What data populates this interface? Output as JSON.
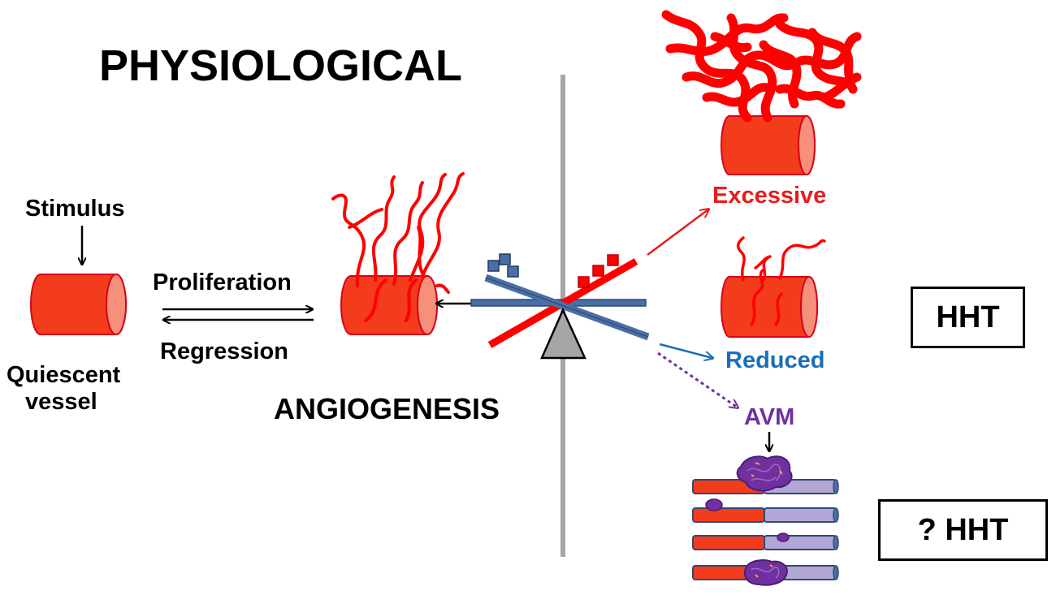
{
  "left": {
    "title": "PHYSIOLOGICAL",
    "stimulus": "Stimulus",
    "quiescent_line1": "Quiescent",
    "quiescent_line2": "vessel",
    "proliferation": "Proliferation",
    "regression": "Regression",
    "angiogenesis": "ANGIOGENESIS"
  },
  "right": {
    "excessive": "Excessive",
    "reduced": "Reduced",
    "avm": "AVM",
    "hht_box": "HHT",
    "q_hht_box": "? HHT"
  },
  "colors": {
    "vessel_red": "#f23c1c",
    "sprout_red": "#ff0000",
    "reduced_blue": "#1b6fb8",
    "avm_purple": "#7030a0",
    "seesaw_blue": "#4a6fa5",
    "divider_gray": "#a6a6a6",
    "fulcrum_gray": "#a6a6a6",
    "capillary_lavender": "#b4a7d6"
  }
}
